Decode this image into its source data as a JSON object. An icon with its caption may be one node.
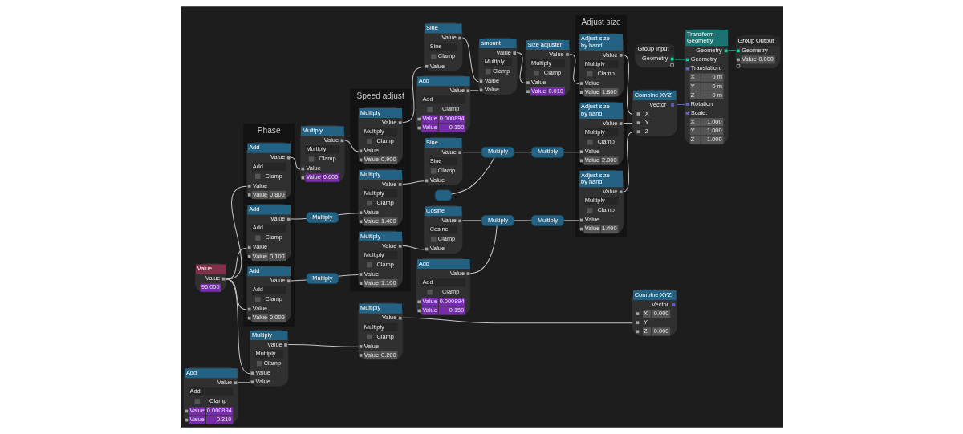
{
  "diagram": {
    "nodes": [
      {
        "text": [
          "Value",
          "Value",
          "96.000"
        ]
      },
      {
        "text": [
          "Phase"
        ]
      },
      {
        "text": [
          "Add",
          "Value",
          "Add",
          "Clamp",
          "Value",
          "Value",
          "0.800"
        ],
        "in": 1
      },
      {
        "text": [
          "Add",
          "Value",
          "Add",
          "Clamp",
          "Value",
          "Value",
          "0.100"
        ],
        "in": 1
      },
      {
        "text": [
          "Add",
          "Value",
          "Add",
          "Clamp",
          "Value",
          "Value",
          "0.000"
        ],
        "in": 1
      },
      {
        "text": [
          "Multiply",
          "Value",
          "Multiply",
          "Clamp",
          "Value",
          "Value",
          "0.600"
        ]
      },
      {
        "text": [
          "Multiply"
        ]
      },
      {
        "text": [
          "Multiply"
        ]
      },
      {
        "text": [
          "Speed adjust"
        ]
      },
      {
        "text": [
          "Multiply",
          "Value",
          "Multiply",
          "Clamp",
          "Value",
          "Value",
          "0.900"
        ],
        "in": 8
      },
      {
        "text": [
          "Multiply",
          "Value",
          "Multiply",
          "Clamp",
          "Value",
          "Value",
          "1.400"
        ],
        "in": 8
      },
      {
        "text": [
          "Multiply",
          "Value",
          "Multiply",
          "Clamp",
          "Value",
          "Value",
          "1.100"
        ],
        "in": 8
      },
      {
        "text": [
          "Sine",
          "Value",
          "Sine",
          "Clamp",
          "Value"
        ]
      },
      {
        "text": [
          "Sine",
          "Value",
          "Sine",
          "Clamp",
          "Value"
        ]
      },
      {
        "text": [
          "Add",
          "Value",
          "Add",
          "Clamp",
          "Value",
          "0.000894",
          "Value",
          "0.150"
        ]
      },
      {
        "text": [],
        "shape": "box"
      },
      {
        "text": [
          "Cosine",
          "Value",
          "Cosine",
          "Clamp",
          "Value"
        ]
      },
      {
        "text": [
          "Add",
          "Value",
          "Add",
          "Clamp",
          "Value",
          "0.000894",
          "Value",
          "0.150"
        ]
      },
      {
        "text": [
          "amount",
          "Value",
          "Multiply",
          "Clamp",
          "Value",
          "Value"
        ]
      },
      {
        "text": [
          "Multiply"
        ]
      },
      {
        "text": [
          "Multiply"
        ]
      },
      {
        "text": [
          "Size adjuster",
          "Value",
          "Multiply",
          "Clamp",
          "Value",
          "Value",
          "0.010"
        ]
      },
      {
        "text": [
          "Multiply"
        ]
      },
      {
        "text": [
          "Multiply"
        ]
      },
      {
        "text": [
          "Adjust size"
        ]
      },
      {
        "text": [
          "Adjust size by hand",
          "Value",
          "Multiply",
          "Clamp",
          "Value",
          "Value",
          "1.800"
        ],
        "in": 24
      },
      {
        "text": [
          "Adjust size by hand",
          "Value",
          "Multiply",
          "Clamp",
          "Value",
          "Value",
          "2.000"
        ],
        "in": 24
      },
      {
        "text": [
          "Adjust size by hand",
          "Value",
          "Multiply",
          "Clamp",
          "Value",
          "Value",
          "1.400"
        ],
        "in": 24
      },
      {
        "text": [
          "Group Input",
          "Geometry"
        ]
      },
      {
        "text": [
          "Combine XYZ",
          "Vector",
          "X",
          "Y",
          "Z"
        ]
      },
      {
        "text": [
          "Combine XYZ",
          "Vector",
          "X",
          "0.000",
          "Y",
          "Z",
          "0.000"
        ]
      },
      {
        "text": [
          "Transform Geometry",
          "Geometry",
          "Geometry",
          "Translation:",
          "X",
          "0 m",
          "Y",
          "0 m",
          "Z",
          "0 m",
          "Rotation",
          "Scale:",
          "X",
          "1.000",
          "Y",
          "1.000",
          "Z",
          "1.000"
        ]
      },
      {
        "text": [
          "Group Output",
          "Geometry",
          "Value",
          "0.000"
        ]
      },
      {
        "text": [
          "Multiply",
          "Value",
          "Multiply",
          "Clamp",
          "Value",
          "Value"
        ]
      },
      {
        "text": [
          "Add",
          "Value",
          "Add",
          "Clamp",
          "Value",
          "0.000894",
          "Value",
          "0.310"
        ]
      },
      {
        "text": [
          "Multiply",
          "Value",
          "Multiply",
          "Clamp",
          "Value",
          "Value",
          "0.200"
        ]
      }
    ],
    "edges": [
      {
        "from": 0,
        "to": 2,
        "arrow": "none"
      },
      {
        "from": 0,
        "to": 3,
        "arrow": "none"
      },
      {
        "from": 0,
        "to": 4,
        "arrow": "none"
      },
      {
        "from": 0,
        "to": 33,
        "arrow": "none"
      },
      {
        "from": 2,
        "to": 5,
        "arrow": "none"
      },
      {
        "from": 3,
        "to": 6,
        "arrow": "none"
      },
      {
        "from": 4,
        "to": 7,
        "arrow": "none"
      },
      {
        "from": 5,
        "to": 9,
        "arrow": "none"
      },
      {
        "from": 6,
        "to": 10,
        "arrow": "none"
      },
      {
        "from": 7,
        "to": 11,
        "arrow": "none"
      },
      {
        "from": 9,
        "to": 12,
        "arrow": "none"
      },
      {
        "from": 10,
        "to": 13,
        "arrow": "none"
      },
      {
        "from": 11,
        "to": 16,
        "arrow": "none"
      },
      {
        "from": 12,
        "to": 18,
        "arrow": "none"
      },
      {
        "from": 14,
        "to": 18,
        "arrow": "none"
      },
      {
        "from": 13,
        "to": 19,
        "arrow": "none"
      },
      {
        "from": 15,
        "to": 19,
        "arrow": "none"
      },
      {
        "from": 16,
        "to": 20,
        "arrow": "none"
      },
      {
        "from": 17,
        "to": 20,
        "arrow": "none"
      },
      {
        "from": 18,
        "to": 21,
        "arrow": "none"
      },
      {
        "from": 19,
        "to": 22,
        "arrow": "none"
      },
      {
        "from": 20,
        "to": 23,
        "arrow": "none"
      },
      {
        "from": 21,
        "to": 25,
        "arrow": "none"
      },
      {
        "from": 22,
        "to": 26,
        "arrow": "none"
      },
      {
        "from": 23,
        "to": 27,
        "arrow": "none"
      },
      {
        "from": 25,
        "to": 29,
        "arrow": "none"
      },
      {
        "from": 26,
        "to": 29,
        "arrow": "none"
      },
      {
        "from": 27,
        "to": 29,
        "arrow": "none"
      },
      {
        "from": 28,
        "to": 31,
        "arrow": "none",
        "color": "#1fc7a3"
      },
      {
        "from": 29,
        "to": 31,
        "arrow": "none",
        "color": "#6f63c9"
      },
      {
        "from": 31,
        "to": 32,
        "arrow": "none",
        "color": "#1fc7a3"
      },
      {
        "from": 34,
        "to": 33,
        "arrow": "none"
      },
      {
        "from": 33,
        "to": 35,
        "arrow": "none"
      },
      {
        "from": 35,
        "to": 30,
        "arrow": "none"
      }
    ]
  }
}
